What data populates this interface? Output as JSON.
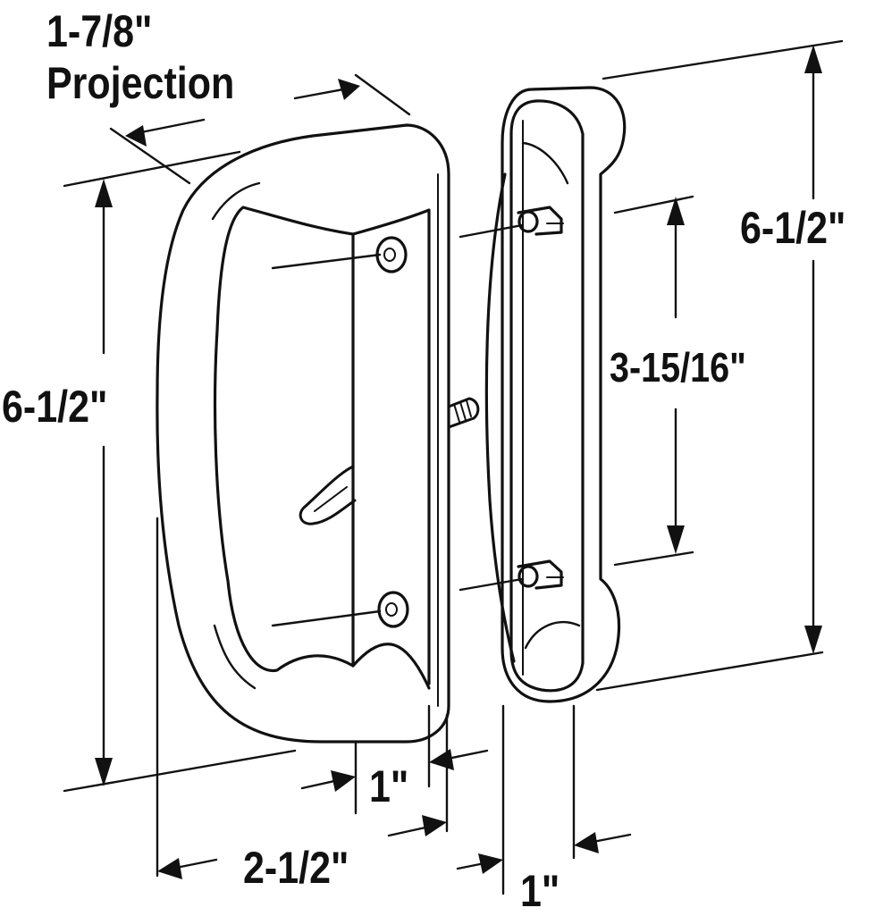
{
  "diagram": {
    "labels": {
      "projection_value": "1-7/8\"",
      "projection_word": "Projection",
      "height_left": "6-1/2\"",
      "height_right": "6-1/2\"",
      "hole_spacing": "3-15/16\"",
      "thickness_inner": "1\"",
      "width_overall": "2-1/2\"",
      "thickness_outer": "1\""
    },
    "colors": {
      "line": "#111111",
      "background": "#ffffff"
    }
  }
}
